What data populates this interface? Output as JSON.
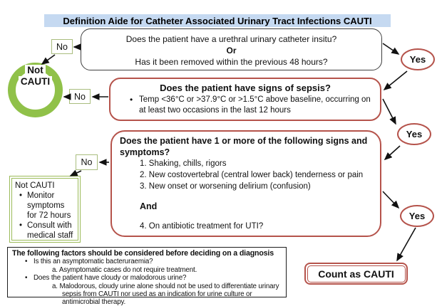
{
  "title": "Definition Aide for Catheter Associated Urinary Tract Infections CAUTI",
  "labels": {
    "no": "No",
    "yes": "Yes"
  },
  "q1": {
    "line1": "Does the patient have a urethral urinary catheter insitu?",
    "connector": "Or",
    "line2": "Has it been removed within the previous 48 hours?"
  },
  "q2": {
    "heading": "Does the patient have signs of sepsis?",
    "bullet": "Temp <36°C or >37.9°C or >1.5°C above baseline, occurring on at least two occasions in the last 12 hours"
  },
  "q3": {
    "heading": "Does the patient have 1 or more of the following signs and symptoms?",
    "items": [
      "1. Shaking, chills, rigors",
      "2. New costovertebral (central lower back) tenderness or pain",
      "3. New onset or worsening delirium (confusion)"
    ],
    "connector": "And",
    "item4": "4. On antibiotic treatment for UTI?"
  },
  "not_cauti_circle": {
    "line1": "Not",
    "line2": "CAUTI"
  },
  "not_cauti_box": {
    "heading": "Not CAUTI",
    "bullets": [
      "Monitor symptoms for 72 hours",
      "Consult with medical staff"
    ]
  },
  "factors": {
    "heading": "The following factors should be considered before deciding on a diagnosis",
    "items": [
      {
        "text": "Is this an asymptomatic bacteruraemia?",
        "sub": "a.  Asymptomatic cases do not require treatment."
      },
      {
        "text": "Does the patient have cloudy or malodorous urine?",
        "sub": "a.  Malodorous, cloudy urine alone should not be used to differentiate urinary sepsis from CAUTI nor used as an indication for urine culture or antimicrobial therapy."
      }
    ]
  },
  "outcome": "Count as CAUTI",
  "colors": {
    "title_bar_bg": "#c5d9f1",
    "red_border": "#b5534b",
    "green_circle": "#90c149",
    "olive_border": "#a9bd7e",
    "arrow": "#111111"
  }
}
